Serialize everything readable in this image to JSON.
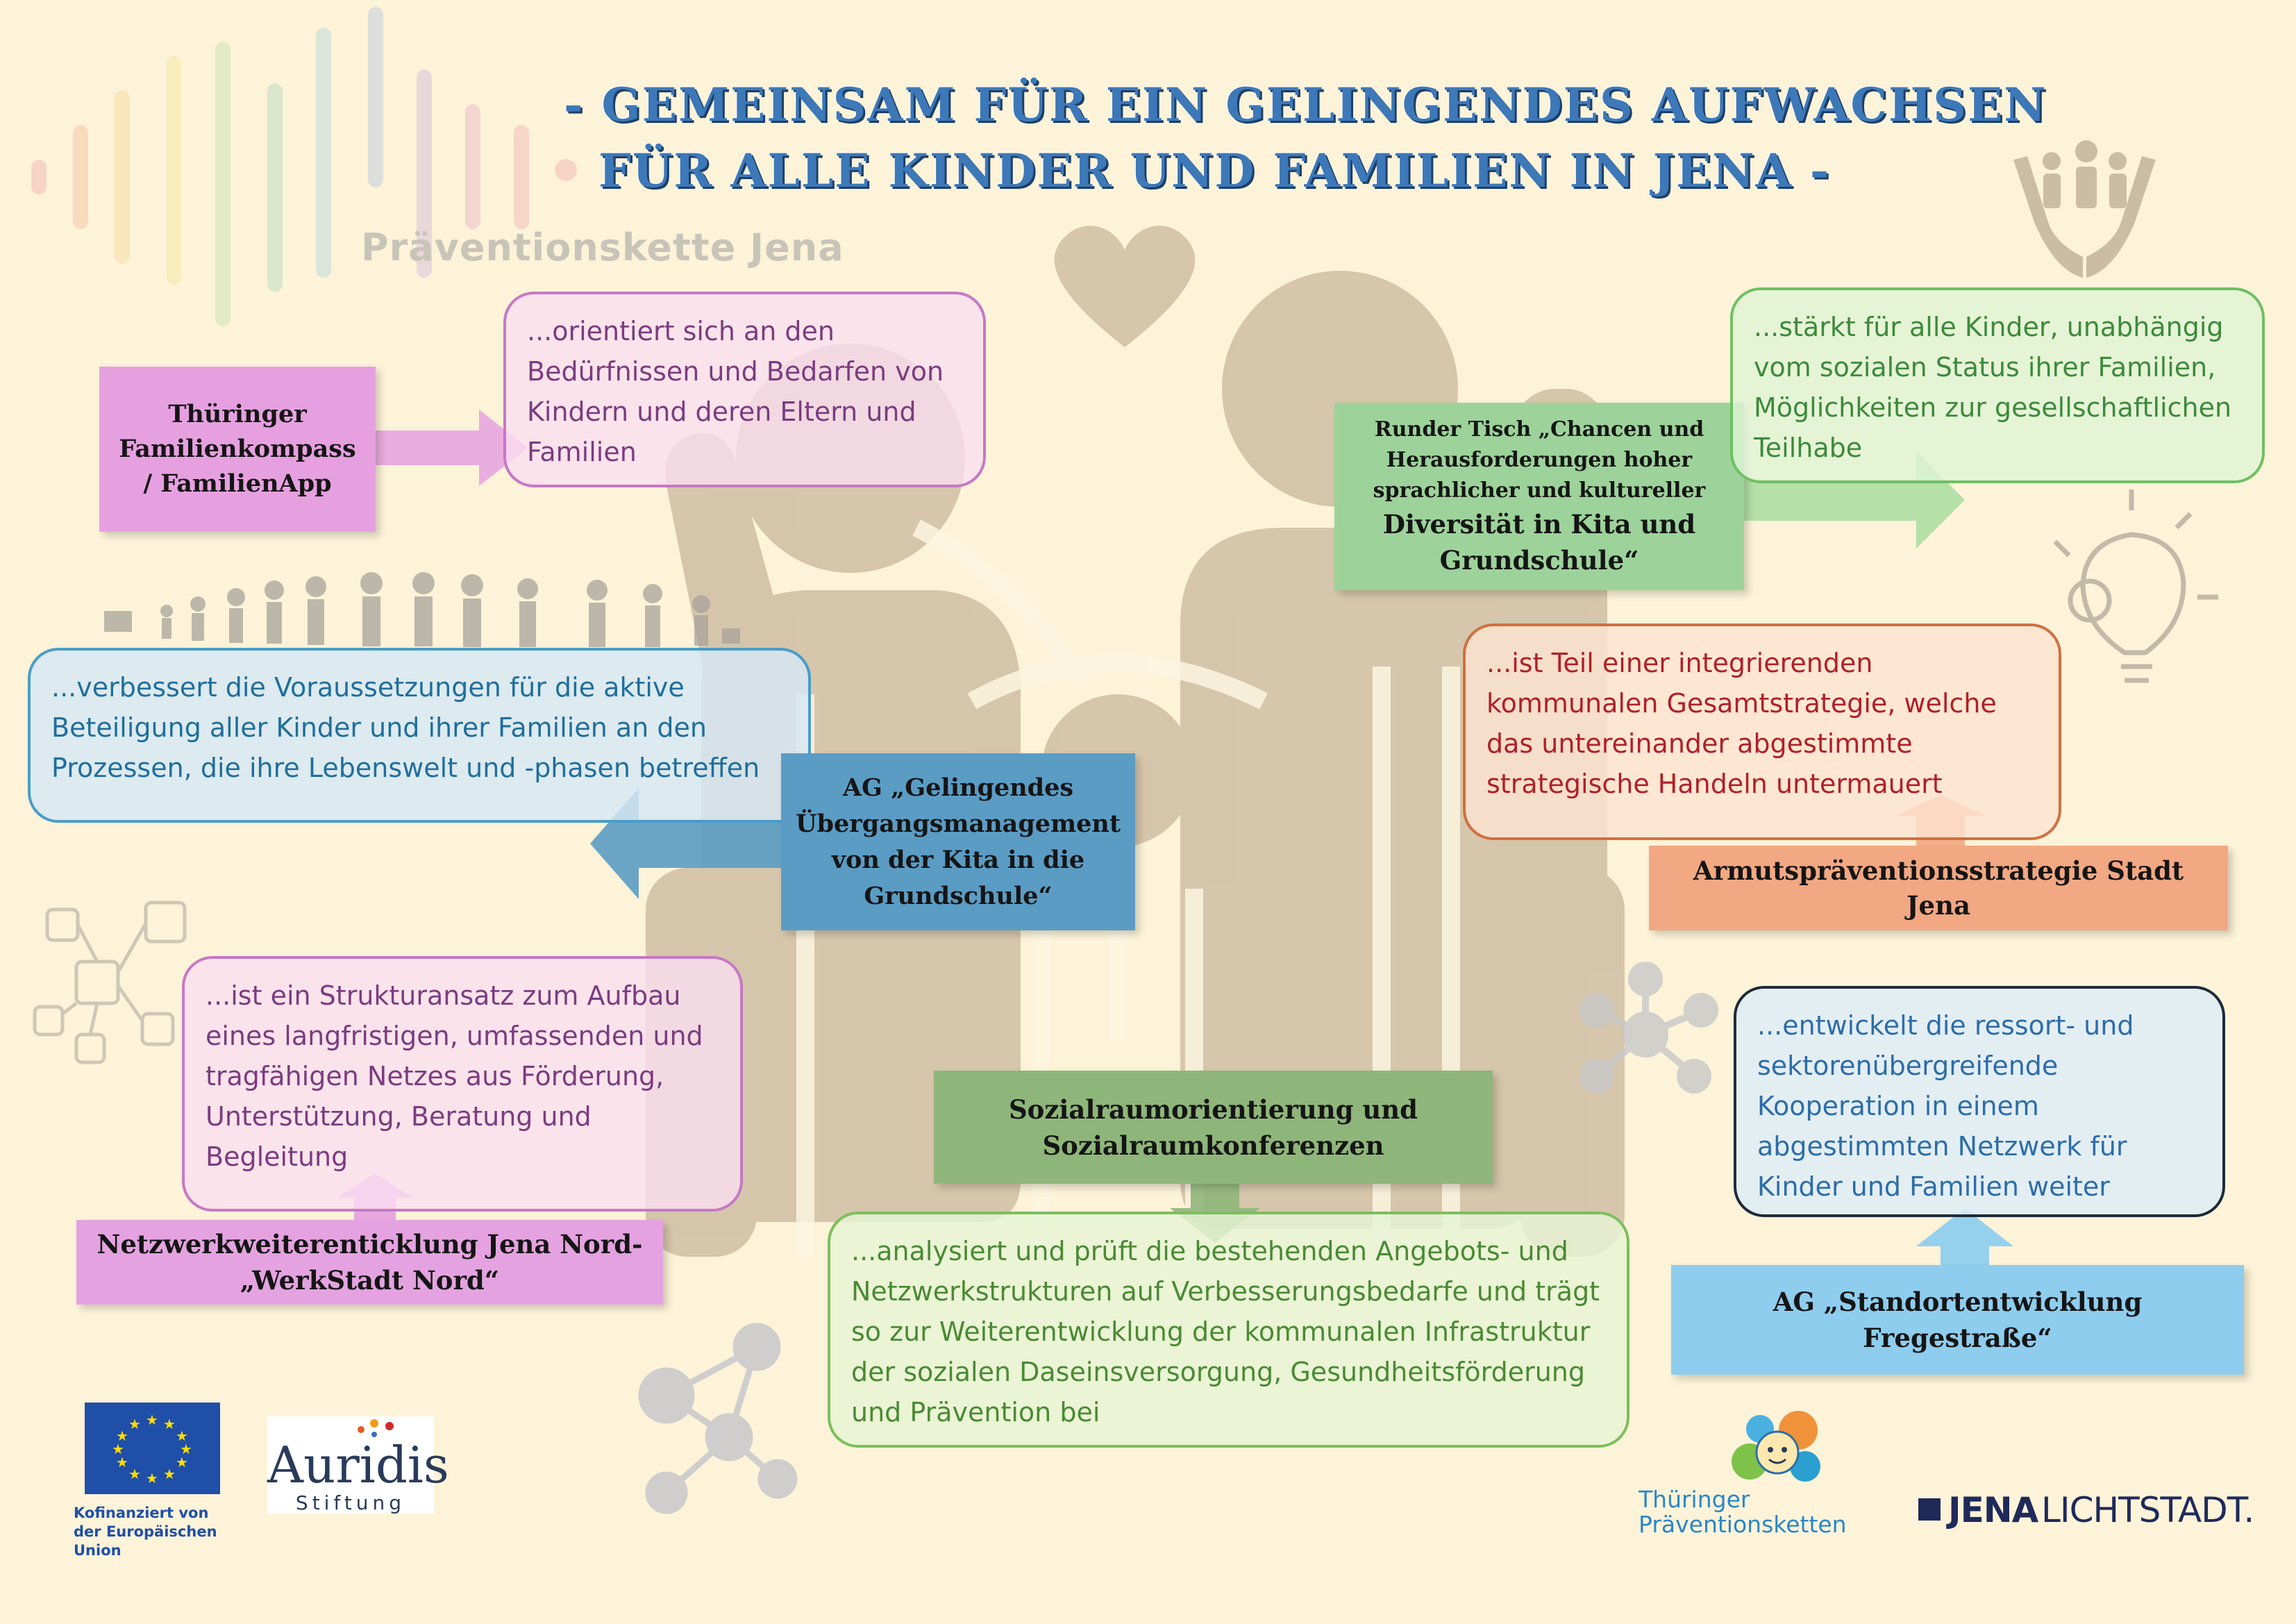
{
  "header": {
    "title_line1": "- GEMEINSAM FÜR EIN GELINGENDES AUFWACHSEN",
    "title_line2": "FÜR ALLE KINDER UND FAMILIEN IN JENA -",
    "brand_name": "Präventionskette Jena"
  },
  "colors": {
    "background": "#fcf3d8",
    "title_blue": "#3d78b8",
    "pink": "#e4a3e0",
    "green": "#9dd39a",
    "blue": "#5b9cc4",
    "orange": "#f2a882",
    "light_blue": "#8fcdee",
    "sage": "#8fb67a"
  },
  "blocks": {
    "familienkompass": {
      "label": "Thüringer Familienkompass / FamilienApp",
      "text": "...orientiert sich an den Bedürfnissen und Bedarfen von Kindern und deren Eltern und Familien"
    },
    "runder_tisch": {
      "label_small": "Runder Tisch „Chancen und Herausforderungen hoher sprachlicher und kultureller",
      "label_large": "Diversität in Kita und Grundschule“",
      "text": "...stärkt für alle Kinder, unabhängig vom sozialen Status ihrer Familien, Möglichkeiten zur gesellschaftlichen Teilhabe"
    },
    "ag_uebergang": {
      "label": "AG „Gelingendes Übergangsmanagement von der Kita in die Grundschule“",
      "text": "...verbessert die Voraussetzungen für die aktive Beteiligung aller Kinder und ihrer Familien an den Prozessen, die ihre Lebenswelt und -phasen betreffen"
    },
    "armut": {
      "label": "Armutspräventionsstrategie Stadt Jena",
      "text": "...ist Teil einer integrierenden kommunalen Gesamtstrategie, welche das untereinander abgestimmte strategische Handeln untermauert"
    },
    "werkstadt": {
      "label": "Netzwerkweiterenticklung Jena Nord- „WerkStadt Nord“",
      "text": "...ist ein Strukturansatz zum Aufbau eines langfristigen, umfassenden und tragfähigen Netzes aus Förderung, Unterstützung, Beratung und Begleitung"
    },
    "sozialraum": {
      "label": "Sozialraumorientierung und Sozialraumkonferenzen",
      "text": "...analysiert und prüft die bestehenden Angebots- und Netzwerkstrukturen auf Verbesserungsbedarfe und trägt so zur Weiterentwicklung der kommunalen Infrastruktur der sozialen Daseinsversorgung, Gesundheitsförderung und Prävention bei"
    },
    "standort": {
      "label": "AG „Standortentwicklung Fregestraße“",
      "text": "...entwickelt die ressort- und sektorenübergreifende Kooperation in einem abgestimmten Netzwerk für Kinder und Familien weiter"
    }
  },
  "footer": {
    "eu_caption": "Kofinanziert von der Europäischen Union",
    "auridis_name": "Auridis",
    "auridis_sub": "Stiftung",
    "thueringen_line1": "Thüringer",
    "thueringen_line2": "Präventionsketten",
    "jena_bold": "JENA",
    "jena_light": "LICHTSTADT."
  },
  "icons": [
    "family-illustration",
    "heart-icon",
    "hands-holding-family-icon",
    "lightbulb-gear-icon",
    "network-icon",
    "life-stages-icon",
    "eu-flag-icon"
  ]
}
